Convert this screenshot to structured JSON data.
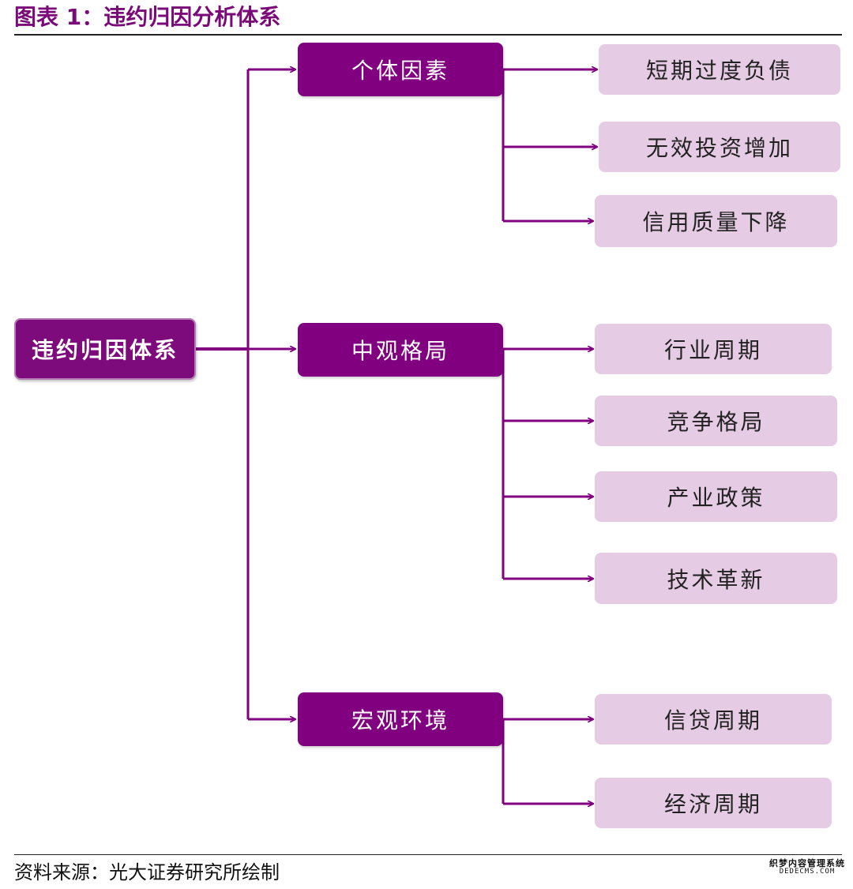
{
  "header": {
    "title": "图表 1：违约归因分析体系"
  },
  "diagram": {
    "root": "违约归因体系",
    "groups": [
      {
        "label": "个体因素",
        "children": [
          "短期过度负债",
          "无效投资增加",
          "信用质量下降"
        ]
      },
      {
        "label": "中观格局",
        "children": [
          "行业周期",
          "竞争格局",
          "产业政策",
          "技术革新"
        ]
      },
      {
        "label": "宏观环境",
        "children": [
          "信贷周期",
          "经济周期"
        ]
      }
    ],
    "colors": {
      "primary": "#800080",
      "leaf_fill": "#e6cbe4",
      "connector": "#800080"
    }
  },
  "footer": {
    "source": "资料来源：光大证券研究所绘制",
    "watermark_cn": "织梦内容管理系统",
    "watermark_en": "DEDECMS.COM"
  }
}
